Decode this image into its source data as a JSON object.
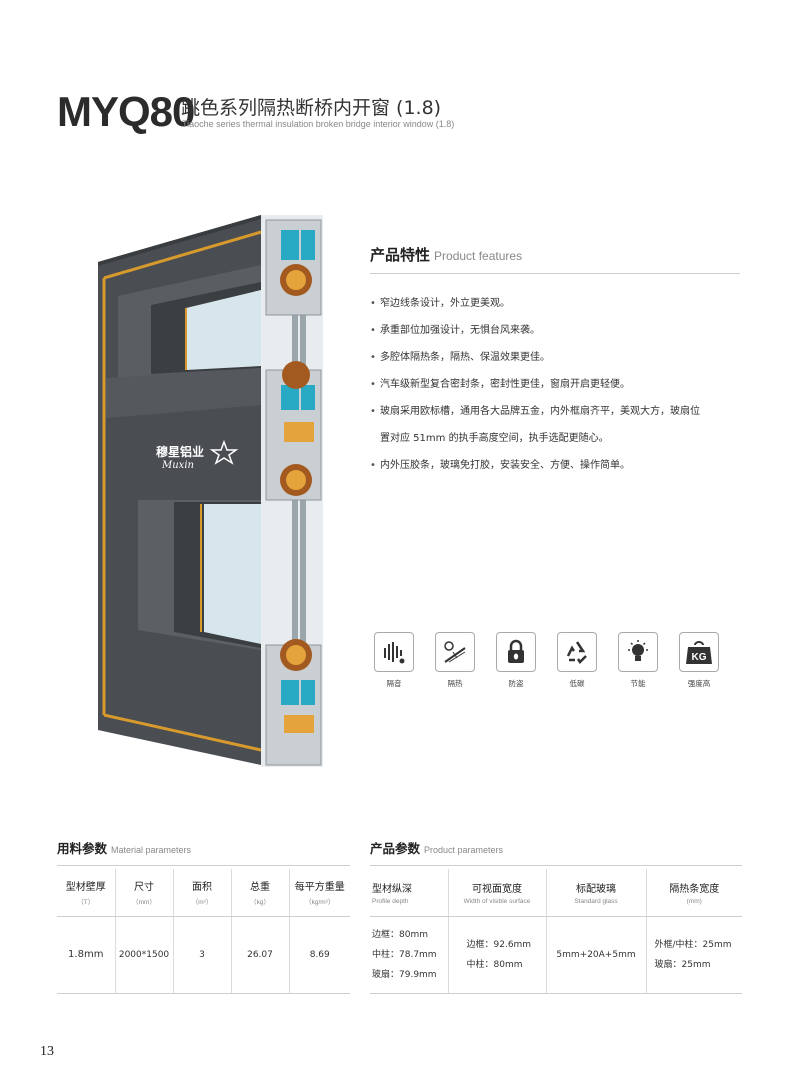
{
  "header": {
    "model": "MYQ80",
    "title_cn": "跳色系列隔热断桥内开窗 (1.8)",
    "title_en": "Tiaoche series thermal insulation broken bridge interior window (1.8)"
  },
  "brand": {
    "logo_cn": "穆星铝业",
    "logo_en": "Muxin"
  },
  "features": {
    "title_cn": "产品特性",
    "title_en": "Product features",
    "items": [
      "窄边线条设计，外立更美观。",
      "承重部位加强设计，无惧台风来袭。",
      "多腔体隔热条，隔热、保温效果更佳。",
      "汽车级新型复合密封条，密封性更佳，窗扇开启更轻便。",
      "玻扇采用欧标槽，通用各大品牌五金，内外框扇齐平，美观大方，玻扇位",
      "置对应 51mm 的执手高度空间，执手选配更随心。",
      "内外压胶条，玻璃免打胶，安装安全、方便、操作简单。"
    ]
  },
  "icons": [
    {
      "name": "soundproof-icon",
      "label": "隔音"
    },
    {
      "name": "heat-insulation-icon",
      "label": "隔热"
    },
    {
      "name": "anti-theft-icon",
      "label": "防盗"
    },
    {
      "name": "low-carbon-icon",
      "label": "低碳"
    },
    {
      "name": "energy-saving-icon",
      "label": "节能"
    },
    {
      "name": "high-strength-icon",
      "label": "强度高",
      "glyph": "KG"
    }
  ],
  "material": {
    "title_cn": "用料参数",
    "title_en": "Material parameters",
    "headers": [
      {
        "cn": "型材壁厚",
        "en": "（T）"
      },
      {
        "cn": "尺寸",
        "en": "（mm）"
      },
      {
        "cn": "面积",
        "en": "（m²）"
      },
      {
        "cn": "总重",
        "en": "（kg）"
      },
      {
        "cn": "每平方重量",
        "en": "（kg/m²）"
      }
    ],
    "row": [
      "1.8mm",
      "2000*1500",
      "3",
      "26.07",
      "8.69"
    ]
  },
  "product": {
    "title_cn": "产品参数",
    "title_en": "Product parameters",
    "headers": [
      {
        "cn": "型材纵深",
        "en": "Profile depth"
      },
      {
        "cn": "可视面宽度",
        "en": "Width of visible surface"
      },
      {
        "cn": "标配玻璃",
        "en": "Standard glass"
      },
      {
        "cn": "隔热条宽度",
        "en": "(mm)"
      }
    ],
    "profile_depth": [
      "边框：80mm",
      "中柱：78.7mm",
      "玻扇：79.9mm"
    ],
    "visible_width": [
      "边框：92.6mm",
      "中柱：80mm"
    ],
    "glass": "5mm+20A+5mm",
    "strip_width": [
      "外框/中柱：25mm",
      "玻扇：25mm"
    ]
  },
  "page_number": "13",
  "colors": {
    "frame": "#4a4e52",
    "accent": "#d89a2c",
    "text": "#333333"
  }
}
